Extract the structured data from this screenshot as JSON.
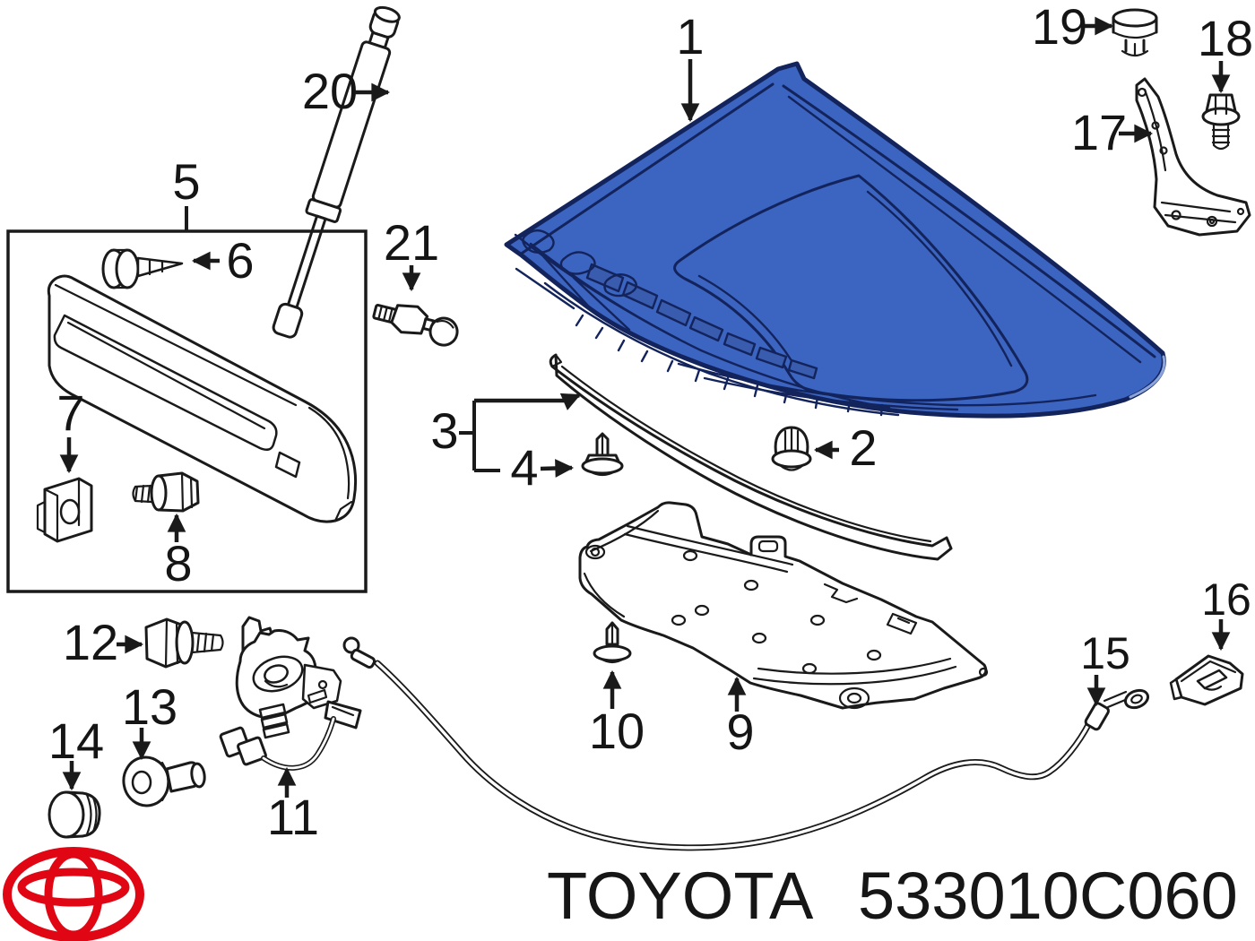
{
  "page": {
    "background": "#ffffff",
    "kind": "exploded-parts-diagram",
    "subject": "hood and related components"
  },
  "diagram": {
    "hood_color": "#3c64c1",
    "hood_line_color": "#13245c",
    "ink_color": "#1a1a1a",
    "logo_color": "#e00613",
    "callouts": [
      "1",
      "2",
      "3",
      "4",
      "5",
      "6",
      "7",
      "8",
      "9",
      "10",
      "11",
      "12",
      "13",
      "14",
      "15",
      "16",
      "17",
      "18",
      "19",
      "20",
      "21"
    ]
  },
  "footer": {
    "brand": "TOYOTA",
    "part_number": "533010C060"
  }
}
